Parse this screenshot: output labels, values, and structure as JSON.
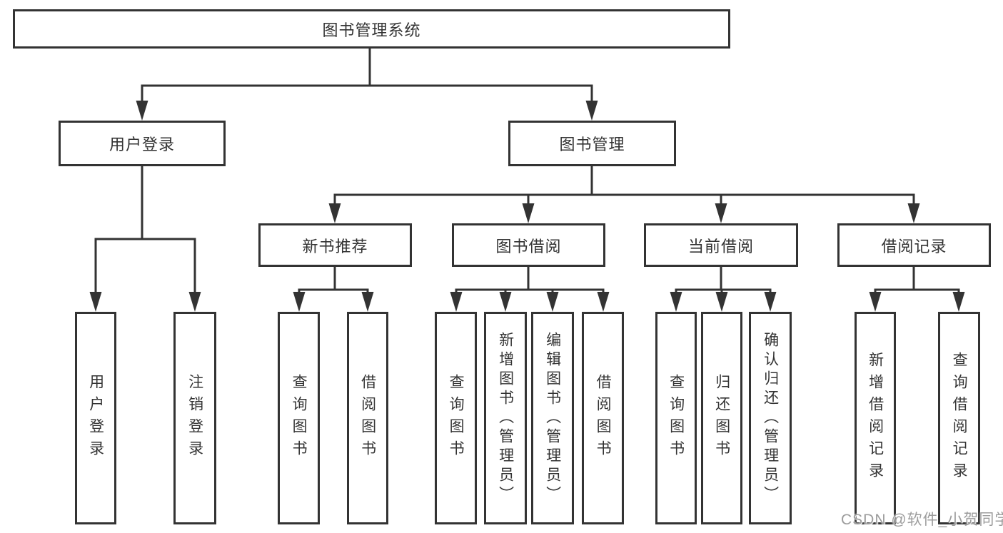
{
  "tree": {
    "root": {
      "label": "图书管理系统"
    },
    "branches": [
      {
        "label": "用户登录",
        "children": [
          {
            "label": "用户登录"
          },
          {
            "label": "注销登录"
          }
        ]
      },
      {
        "label": "图书管理",
        "children": [
          {
            "label": "新书推荐",
            "children": [
              {
                "label": "查询图书"
              },
              {
                "label": "借阅图书"
              }
            ]
          },
          {
            "label": "图书借阅",
            "children": [
              {
                "label": "查询图书"
              },
              {
                "label": "新增图书（管理员）"
              },
              {
                "label": "编辑图书（管理员）"
              },
              {
                "label": "借阅图书"
              }
            ]
          },
          {
            "label": "当前借阅",
            "children": [
              {
                "label": "查询图书"
              },
              {
                "label": "归还图书"
              },
              {
                "label": "确认归还（管理员）"
              }
            ]
          },
          {
            "label": "借阅记录",
            "children": [
              {
                "label": "新增借阅记录"
              },
              {
                "label": "查询借阅记录"
              }
            ]
          }
        ]
      }
    ]
  },
  "watermark": {
    "text": "CSDN @软件_小贺同学"
  },
  "colors": {
    "line": "#333333",
    "text": "#333333",
    "box_bg": "#ffffff",
    "background": "#ffffff",
    "watermark": "#9c9c9c"
  }
}
